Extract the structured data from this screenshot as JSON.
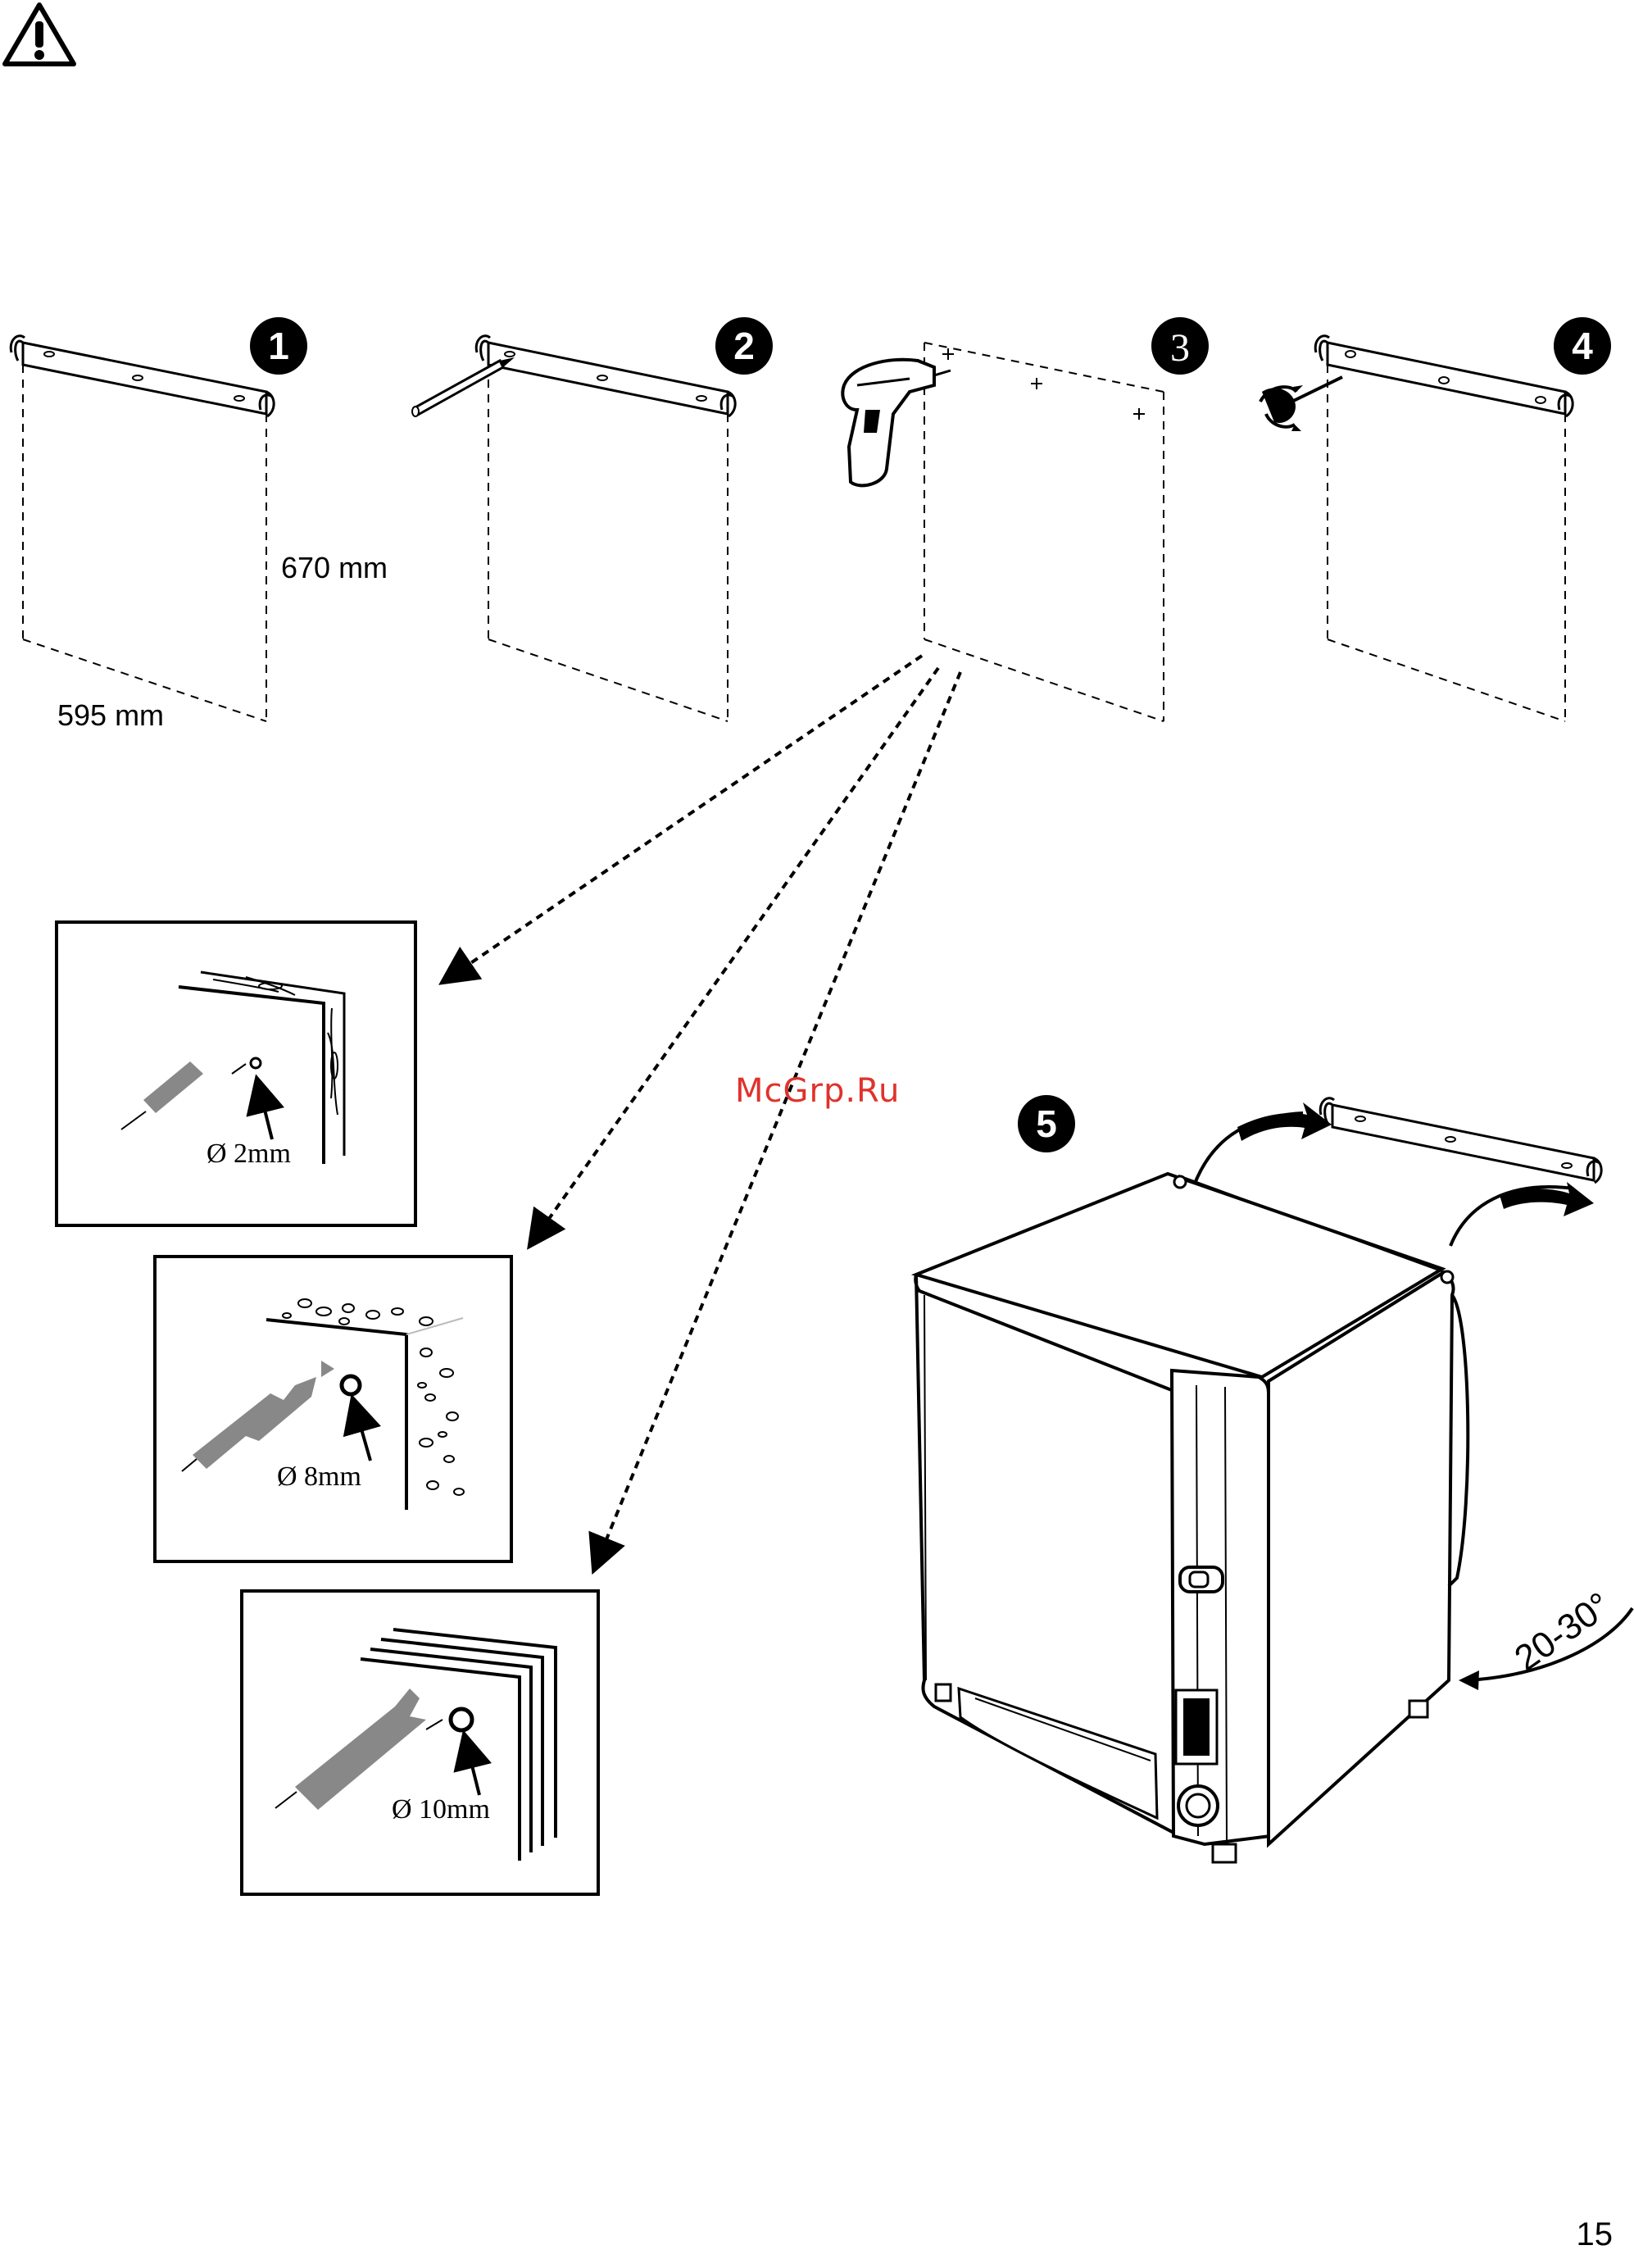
{
  "warning_icon": "warning-triangle-icon",
  "steps": [
    {
      "number": "1"
    },
    {
      "number": "2"
    },
    {
      "number": "3"
    },
    {
      "number": "4"
    },
    {
      "number": "5"
    }
  ],
  "dimensions": {
    "height": "670 mm",
    "width": "595 mm"
  },
  "details": [
    {
      "diameter": "Ø 2mm"
    },
    {
      "diameter": "Ø 8mm"
    },
    {
      "diameter": "Ø 10mm"
    }
  ],
  "tilt_angle": "20-30°",
  "watermark": "McGrp.Ru",
  "page_number": "15"
}
